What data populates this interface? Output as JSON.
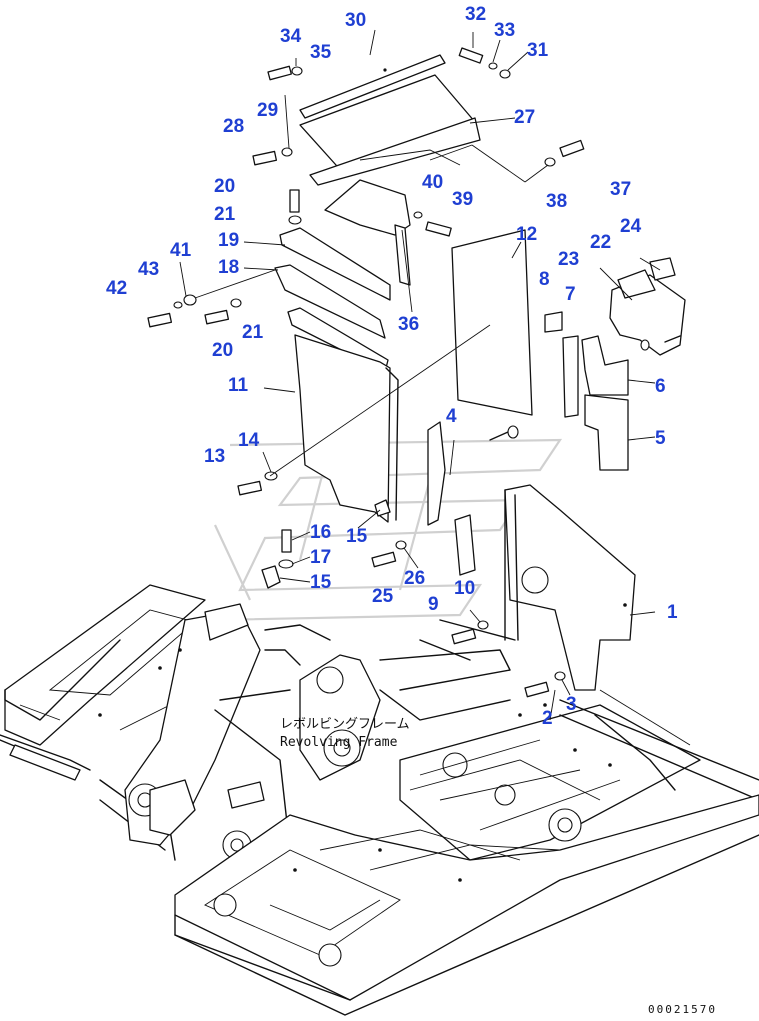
{
  "drawing": {
    "frame_label_jp": "レボルビングフレーム",
    "frame_label_en": "Revolving Frame",
    "drawing_code": "00021570"
  },
  "callouts": [
    {
      "id": "c1",
      "text": "1"
    },
    {
      "id": "c2",
      "text": "2"
    },
    {
      "id": "c3",
      "text": "3"
    },
    {
      "id": "c4",
      "text": "4"
    },
    {
      "id": "c5",
      "text": "5"
    },
    {
      "id": "c6",
      "text": "6"
    },
    {
      "id": "c7",
      "text": "7"
    },
    {
      "id": "c8",
      "text": "8"
    },
    {
      "id": "c9",
      "text": "9"
    },
    {
      "id": "c10",
      "text": "10"
    },
    {
      "id": "c11",
      "text": "11"
    },
    {
      "id": "c12",
      "text": "12"
    },
    {
      "id": "c13",
      "text": "13"
    },
    {
      "id": "c14",
      "text": "14"
    },
    {
      "id": "c15a",
      "text": "15"
    },
    {
      "id": "c15b",
      "text": "15"
    },
    {
      "id": "c16",
      "text": "16"
    },
    {
      "id": "c17",
      "text": "17"
    },
    {
      "id": "c18",
      "text": "18"
    },
    {
      "id": "c19",
      "text": "19"
    },
    {
      "id": "c20a",
      "text": "20"
    },
    {
      "id": "c20b",
      "text": "20"
    },
    {
      "id": "c21a",
      "text": "21"
    },
    {
      "id": "c21b",
      "text": "21"
    },
    {
      "id": "c22",
      "text": "22"
    },
    {
      "id": "c23",
      "text": "23"
    },
    {
      "id": "c24",
      "text": "24"
    },
    {
      "id": "c25",
      "text": "25"
    },
    {
      "id": "c26",
      "text": "26"
    },
    {
      "id": "c27",
      "text": "27"
    },
    {
      "id": "c28",
      "text": "28"
    },
    {
      "id": "c29",
      "text": "29"
    },
    {
      "id": "c30",
      "text": "30"
    },
    {
      "id": "c31",
      "text": "31"
    },
    {
      "id": "c32",
      "text": "32"
    },
    {
      "id": "c33",
      "text": "33"
    },
    {
      "id": "c34",
      "text": "34"
    },
    {
      "id": "c35",
      "text": "35"
    },
    {
      "id": "c36",
      "text": "36"
    },
    {
      "id": "c37",
      "text": "37"
    },
    {
      "id": "c38",
      "text": "38"
    },
    {
      "id": "c39",
      "text": "39"
    },
    {
      "id": "c40",
      "text": "40"
    },
    {
      "id": "c41",
      "text": "41"
    },
    {
      "id": "c42",
      "text": "42"
    },
    {
      "id": "c43",
      "text": "43"
    }
  ],
  "colors": {
    "callout": "#1f3fd2",
    "line": "#111111",
    "watermark": "#d0d0d0",
    "background": "#ffffff"
  }
}
